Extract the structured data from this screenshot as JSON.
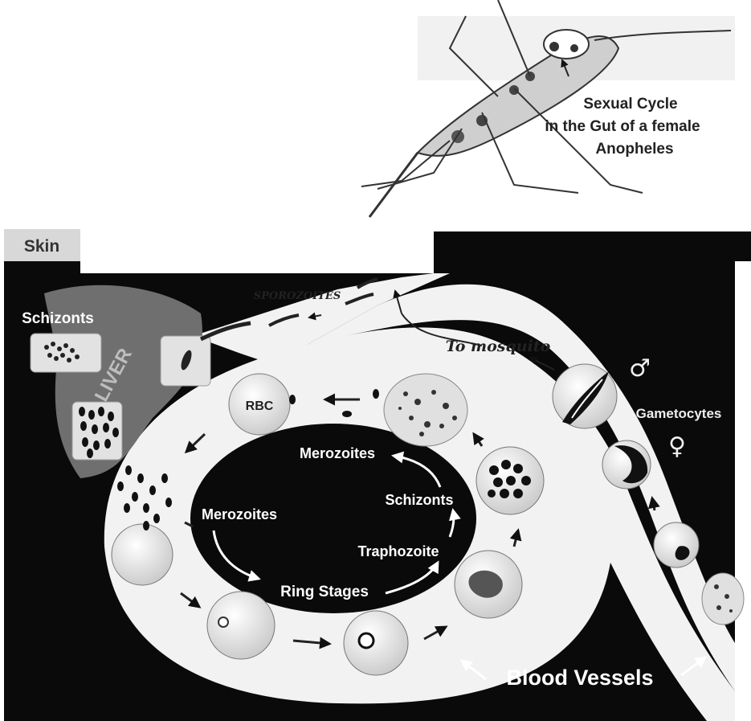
{
  "top_caption": {
    "line1": "Sexual Cycle",
    "line2": "in the Gut of a female",
    "line3": "Anopheles"
  },
  "labels": {
    "skin": "Skin",
    "sporozoites": "SPOROZOITES",
    "schizonts_liver": "Schizonts",
    "liver": "LIVER",
    "to_mosquito": "To mosquito",
    "male_symbol": "♂",
    "female_symbol": "♀",
    "gametocytes": "Gametocytes",
    "rbc": "RBC",
    "merozoites_top": "Merozoites",
    "merozoites_left": "Merozoites",
    "schizonts_cycle": "Schizonts",
    "traphozoite": "Traphozoite",
    "ring_stages": "Ring Stages",
    "blood_vessels": "Blood Vessels"
  },
  "colors": {
    "background_dark": "#0a0a0a",
    "vessel_white": "#f2f2f2",
    "liver_grey": "#6f6f6f",
    "skin_bar": "#d8d8d8",
    "cell_fill": "#e6e6e6",
    "parasite_dark": "#1a1a1a"
  }
}
